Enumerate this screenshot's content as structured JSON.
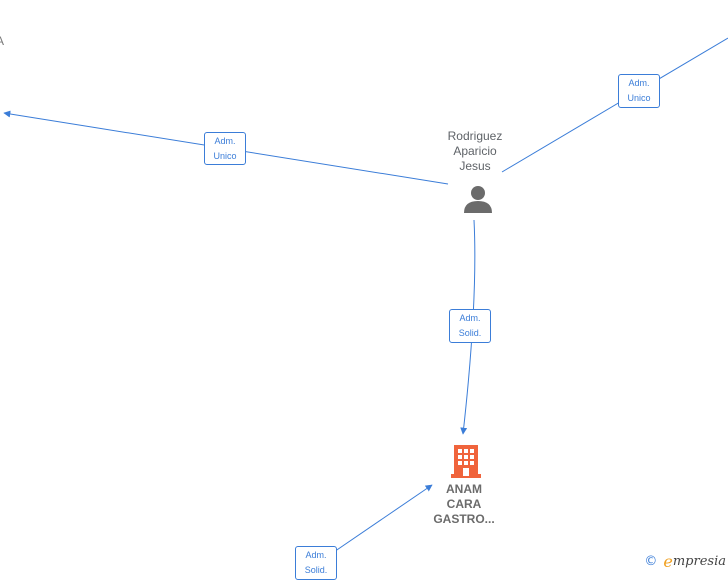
{
  "nodes": {
    "person": {
      "name_lines": [
        "Rodriguez",
        "Aparicio",
        "Jesus"
      ]
    },
    "company": {
      "name_lines": [
        "ANAM",
        "CARA",
        "GASTRO..."
      ]
    },
    "offscreen_left": {
      "stub": "A"
    }
  },
  "edges": {
    "left": {
      "line1": "Adm.",
      "line2": "Unico"
    },
    "top_right": {
      "line1": "Adm.",
      "line2": "Unico"
    },
    "down": {
      "line1": "Adm.",
      "line2": "Solid."
    },
    "bottom_left": {
      "line1": "Adm.",
      "line2": "Solid."
    }
  },
  "brand": {
    "copyright": "©",
    "initial": "e",
    "rest": "mpresia"
  },
  "colors": {
    "edge": "#3b7dd8",
    "company_icon": "#f0643c",
    "person_icon": "#6b6b6b"
  }
}
